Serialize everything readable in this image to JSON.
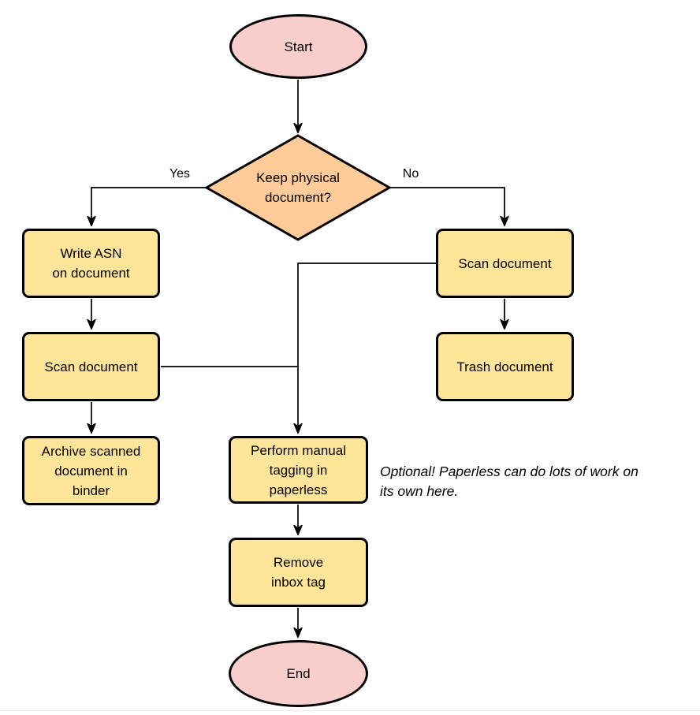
{
  "colors": {
    "terminator_fill": "#f8cecc",
    "decision_fill": "#ffcc99",
    "process_fill": "#ffe599",
    "stroke": "#000000"
  },
  "nodes": {
    "start": {
      "label": "Start"
    },
    "decision": {
      "label": "Keep physical\ndocument?"
    },
    "write_asn": {
      "label": "Write ASN\non document"
    },
    "scan_left": {
      "label": "Scan document"
    },
    "archive": {
      "label": "Archive scanned\ndocument in\nbinder"
    },
    "scan_right": {
      "label": "Scan document"
    },
    "trash": {
      "label": "Trash document"
    },
    "tagging": {
      "label": "Perform manual\ntagging in\npaperless"
    },
    "remove_inbox": {
      "label": "Remove\ninbox tag"
    },
    "end": {
      "label": "End"
    }
  },
  "edge_labels": {
    "yes": "Yes",
    "no": "No"
  },
  "annotation": {
    "text": "Optional! Paperless can do lots of work on\nits own here."
  }
}
